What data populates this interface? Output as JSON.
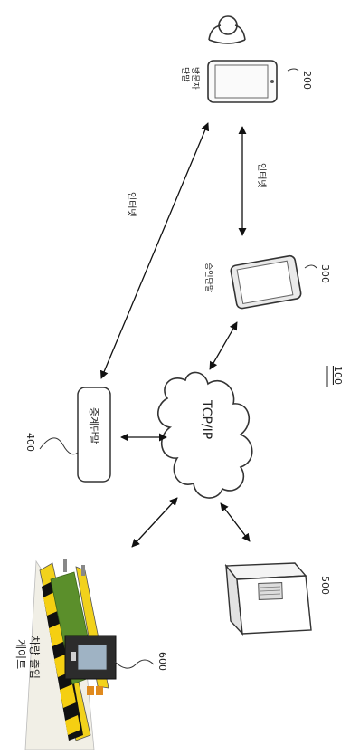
{
  "figure": {
    "ref": "100"
  },
  "nodes": {
    "visitor_terminal": {
      "ref": "200",
      "label_line1": "방문자",
      "label_line2": "단말"
    },
    "approver_terminal": {
      "ref": "300",
      "label": "승인단말"
    },
    "relay_terminal": {
      "ref": "400",
      "label": "중계단말"
    },
    "server": {
      "ref": "500"
    },
    "gate": {
      "ref": "600",
      "label_line1": "차량 출입",
      "label_line2": "게이트"
    },
    "network": {
      "label": "TCP/IP"
    }
  },
  "links": {
    "internet_left": "인터넷",
    "internet_right": "인터넷"
  }
}
